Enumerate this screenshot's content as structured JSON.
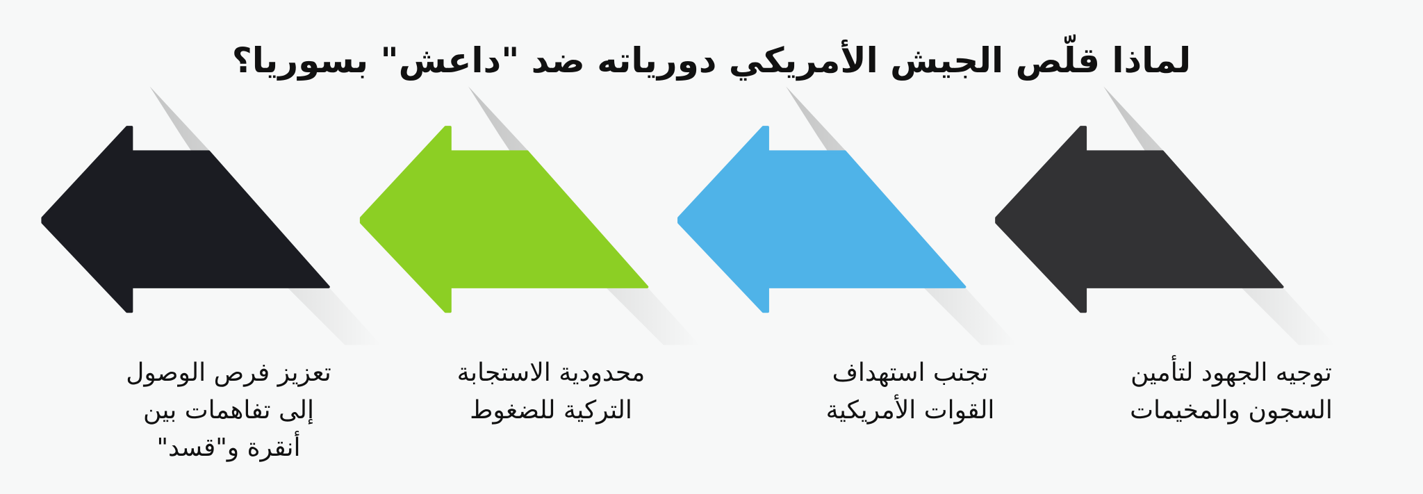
{
  "title": "لماذا قلّص الجيش الأمريكي دورياته ضد \"داعش\" بسوريا؟",
  "items": [
    {
      "lines": [
        "توجيه الجهود لتأمين",
        "السجون والمخيمات"
      ],
      "color": "#323234"
    },
    {
      "lines": [
        "تجنب استهداف",
        "القوات الأمريكية"
      ],
      "color": "#4fb3e8"
    },
    {
      "lines": [
        "محدودية الاستجابة",
        "التركية للضغوط"
      ],
      "color": "#8ccf24"
    },
    {
      "lines": [
        "تعزيز فرص الوصول",
        "إلى تفاهمات بين",
        "أنقرة و\"قسد\""
      ],
      "color": "#1b1c22"
    }
  ]
}
